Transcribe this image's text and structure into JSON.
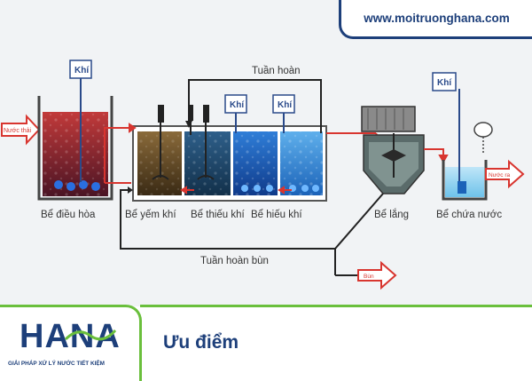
{
  "website": "www.moitruonghana.com",
  "brand": {
    "name": "HANA",
    "tagline": "GIẢI PHÁP XỬ LÝ NƯỚC TIẾT KIỆM"
  },
  "heading": "Ưu điểm",
  "diagram": {
    "inlet_label": "Nước thải",
    "outlet_label": "Nước ra",
    "sludge_label": "Bùn",
    "air_label": "Khí",
    "recirculation_label": "Tuần hoàn",
    "sludge_recirculation_label": "Tuần hoàn bùn",
    "tanks": {
      "equalization": "Bể điều hòa",
      "anaerobic": "Bể yếm khí",
      "anoxic": "Bể thiếu khí",
      "aerobic": "Bể hiếu khí",
      "settling": "Bể lắng",
      "clean_water": "Bể chứa nước"
    }
  },
  "colors": {
    "navy": "#1d3f7a",
    "green": "#6abf3c",
    "arrow_red": "#d8352f",
    "flow_line": "#222222"
  }
}
